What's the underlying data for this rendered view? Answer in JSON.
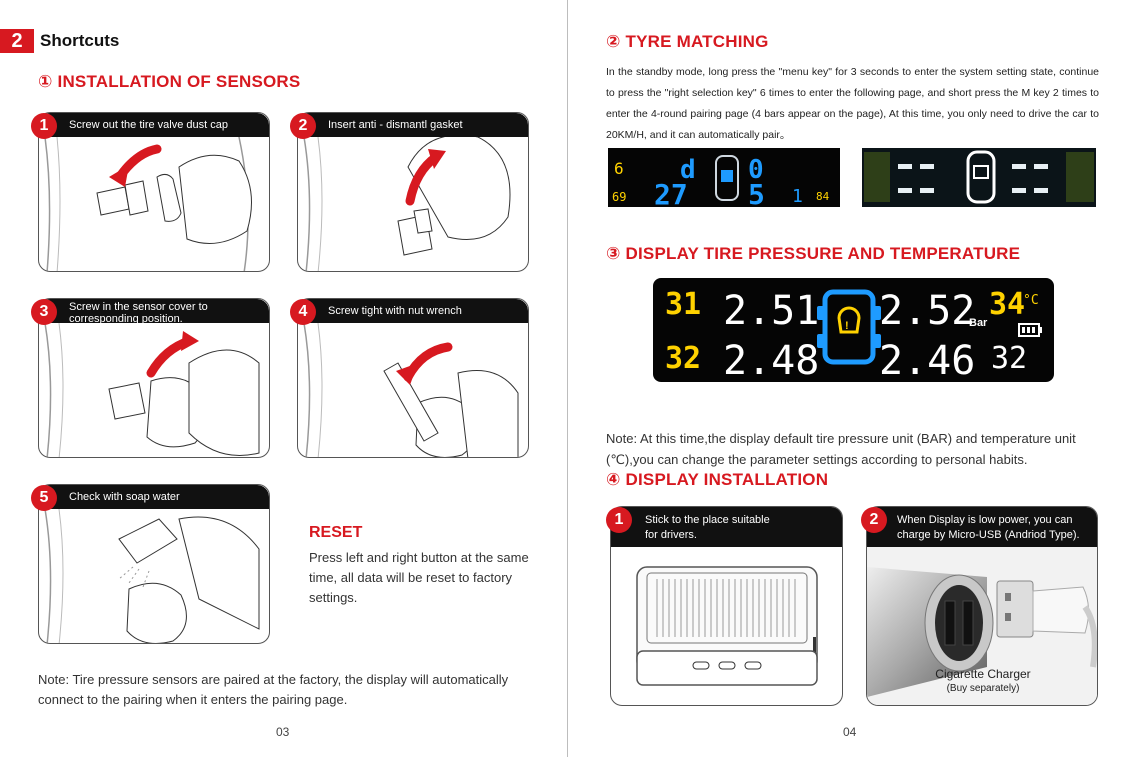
{
  "left": {
    "tag_number": "2",
    "tag_title": "Shortcuts",
    "section1_title": "① INSTALLATION OF SENSORS",
    "steps": [
      {
        "num": "1",
        "label": "Screw out the tire valve dust cap"
      },
      {
        "num": "2",
        "label": "Insert anti - dismantl gasket"
      },
      {
        "num": "3",
        "label_line1": "Screw in the sensor cover to",
        "label_line2": "corresponding position."
      },
      {
        "num": "4",
        "label": "Screw tight with nut wrench"
      },
      {
        "num": "5",
        "label": "Check with soap water"
      }
    ],
    "reset_title": "RESET",
    "reset_body": "Press left and right button at the same time, all data will be reset to factory settings.",
    "note": "Note: Tire pressure sensors are paired at the factory, the display will automatically connect to the pairing when it enters the pairing page.",
    "page_number": "03"
  },
  "right": {
    "section2_title": "② TYRE MATCHING",
    "section2_body": "In the standby mode, long press the \"menu key\" for 3 seconds to enter the system setting state, continue to press the \"right selection key\" 6 times to enter the following page, and short press the M key 2 times to enter the 4-round pairing page (4 bars appear on the page), At this time, you only need to drive the car to 20KM/H, and it can automatically pair。",
    "lcd1": {
      "tl": "6",
      "bl": "69",
      "top_mid_left": "d",
      "top_mid_right": "0",
      "bottom_left_big": "27",
      "bottom_right_big": "5",
      "right_small": "1",
      "right_tiny": "84"
    },
    "section3_title": "③ DISPLAY TIRE PRESSURE AND TEMPERATURE",
    "lcd3": {
      "fl_temp": "31",
      "fl_press": "2.51",
      "fr_press": "2.52",
      "fr_temp": "34",
      "rl_temp": "32",
      "rl_press": "2.48",
      "rr_press": "2.46",
      "rr_temp": "32",
      "unit_bar": "Bar",
      "unit_temp": "°C"
    },
    "note": "Note: At this time,the display default tire pressure unit (BAR) and temperature unit (℃),you can change the parameter settings according to personal habits.",
    "section4_title": "④ DISPLAY INSTALLATION",
    "install_cards": [
      {
        "num": "1",
        "line1": "Stick to the place suitable",
        "line2": "for drivers."
      },
      {
        "num": "2",
        "line1": "When Display is low power, you can",
        "line2": "charge by Micro-USB (Andriod Type)."
      }
    ],
    "charger_label": "Cigarette Charger",
    "charger_sub": "(Buy separately)",
    "page_number": "04"
  },
  "colors": {
    "accent": "#d71920",
    "lcd_yellow": "#ffd200",
    "lcd_white": "#ffffff",
    "lcd_blue": "#1e9bff",
    "lcd_green": "#3cff3c"
  }
}
